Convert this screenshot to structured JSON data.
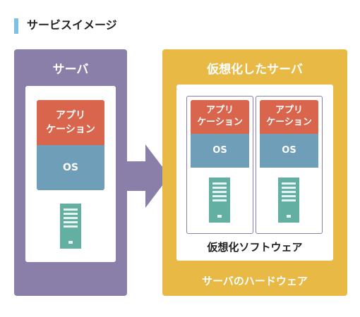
{
  "heading": "サービスイメージ",
  "physical_server": {
    "title": "サーバ",
    "app_label_line1": "アプリ",
    "app_label_line2": "ケーション",
    "os_label": "OS"
  },
  "virtualized_server": {
    "title": "仮想化したサーバ",
    "vms": [
      {
        "app_label_line1": "アプリ",
        "app_label_line2": "ケーション",
        "os_label": "OS"
      },
      {
        "app_label_line1": "アプリ",
        "app_label_line2": "ケーション",
        "os_label": "OS"
      }
    ],
    "virtualization_software_label": "仮想化ソフトウェア",
    "hardware_label": "サーバのハードウェア"
  },
  "colors": {
    "physical_panel": "#8a7fa8",
    "virtual_panel": "#e8ba45",
    "application": "#d9654d",
    "os": "#6f9fb8",
    "server_tower": "#63b0a3",
    "heading_accent": "#7ec0e0"
  },
  "icons": [
    "server-tower-icon",
    "right-arrow-icon"
  ]
}
